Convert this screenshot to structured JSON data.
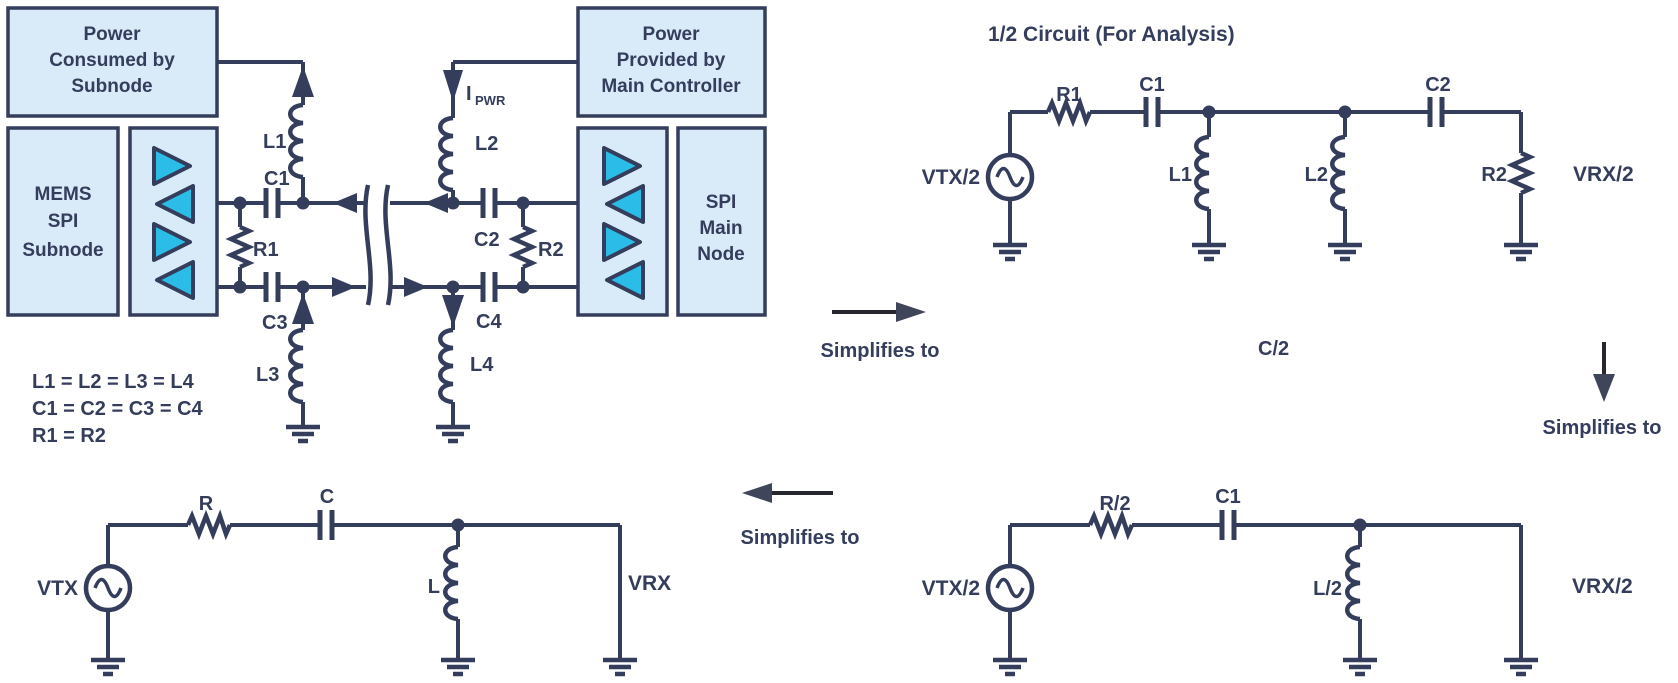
{
  "colors": {
    "ink": "#343D5B",
    "box_fill": "#D9EAF8",
    "triangle_fill": "#2BBCE8",
    "arrow_line": "#26282E",
    "arrow_head": "#3F4659"
  },
  "block_diagram": {
    "power_consumed": {
      "lines": [
        "Power",
        "Consumed by",
        "Subnode"
      ]
    },
    "power_provided": {
      "lines": [
        "Power",
        "Provided by",
        "Main Controller"
      ]
    },
    "mems_subnode": {
      "lines": [
        "MEMS",
        "SPI",
        "Subnode"
      ]
    },
    "spi_main": {
      "lines": [
        "SPI",
        "Main",
        "Node"
      ]
    },
    "ipwr": {
      "symbol": "I",
      "subscript": "PWR"
    },
    "labels": {
      "l1": "L1",
      "c1": "C1",
      "r1": "R1",
      "c3": "C3",
      "l3": "L3",
      "l2": "L2",
      "c2": "C2",
      "r2": "R2",
      "c4": "C4",
      "l4": "L4"
    },
    "equations": [
      "L1 = L2 = L3 = L4",
      "C1 = C2 = C3 = C4",
      "R1 = R2"
    ]
  },
  "half_circuit": {
    "title": "1/2 Circuit (For Analysis)",
    "source": "VTX/2",
    "r1": "R1",
    "c1": "C1",
    "l1": "L1",
    "l2": "L2",
    "c2": "C2",
    "r2": "R2",
    "output": "VRX/2"
  },
  "annotations": {
    "simplifies_right": "Simplifies to",
    "c_half": "C/2",
    "simplifies_down": "Simplifies to",
    "simplifies_left": "Simplifies to"
  },
  "quarter_circuit": {
    "source": "VTX/2",
    "r": "R/2",
    "c": "C1",
    "l": "L/2",
    "output": "VRX/2"
  },
  "final_circuit": {
    "source": "VTX",
    "r": "R",
    "c": "C",
    "l": "L",
    "output": "VRX"
  }
}
